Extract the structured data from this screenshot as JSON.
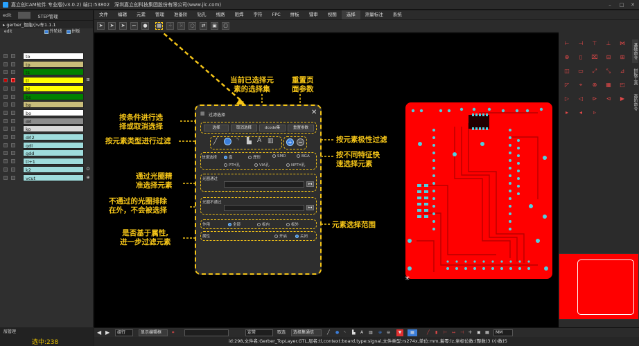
{
  "window": {
    "title": "嘉立创CAM软件 专业版(v3.0.2) 端口:53802",
    "company": "深圳嘉立创科技集团股份有限公司(www.jlc.com)"
  },
  "left_panel": {
    "tabs": [
      "edit",
      "STEP管理"
    ],
    "project": "gerber_智能小v车1.1.1",
    "edit_label": "edit",
    "options": [
      "外轮线",
      "拼板"
    ],
    "layers": [
      {
        "name": "to",
        "color": "#ffffff",
        "mark": ""
      },
      {
        "name": "tp",
        "color": "#c9bd7a",
        "mark": ""
      },
      {
        "name": "ts",
        "color": "#008000",
        "mark": ""
      },
      {
        "name": "tl",
        "color": "#ffff00",
        "mark": "⊞"
      },
      {
        "name": "bl",
        "color": "#ffff00",
        "mark": ""
      },
      {
        "name": "bs",
        "color": "#008000",
        "mark": ""
      },
      {
        "name": "bp",
        "color": "#c9bd7a",
        "mark": ""
      },
      {
        "name": "bo",
        "color": "#ffffff",
        "mark": ""
      },
      {
        "name": "drl",
        "color": "#8c8c8c",
        "mark": ""
      },
      {
        "name": "ko",
        "color": "#d8d8d8",
        "mark": ""
      },
      {
        "name": "drl2",
        "color": "#9fdcdc",
        "mark": ""
      },
      {
        "name": "gdl",
        "color": "#9fdcdc",
        "mark": ""
      },
      {
        "name": "gdd",
        "color": "#9fdcdc",
        "mark": ""
      },
      {
        "name": "tl+1",
        "color": "#9fdcdc",
        "mark": ""
      },
      {
        "name": "k2",
        "color": "#9fdcdc",
        "mark": "O"
      },
      {
        "name": "vcut",
        "color": "#9fdcdc",
        "mark": "⊕"
      }
    ],
    "bottom_label": "层管理",
    "selected_count": "选中:238"
  },
  "menu": [
    "文件",
    "编辑",
    "元素",
    "管理",
    "准备阶",
    "钻孔",
    "线路",
    "阻焊",
    "字符",
    "FPC",
    "拼板",
    "镭审",
    "视图",
    "选择",
    "测量标注",
    "系统"
  ],
  "menu_active": "选择",
  "filter_dialog": {
    "title": "过滤选择",
    "buttons": [
      "选择",
      "取消选择",
      "dcode集",
      "重置参数"
    ],
    "quick_select": {
      "label": "快速选择",
      "options": [
        "盘",
        "焊形",
        "SMD",
        "BGA",
        "PTH孔",
        "VIA孔",
        "NPTH孔"
      ]
    },
    "aperture_pass": "光圈通过",
    "aperture_exclude": "光圈不通过",
    "range": {
      "label": "作用",
      "options": [
        "全部",
        "板内",
        "板外"
      ]
    },
    "attribute": {
      "label": "属性",
      "options": [
        "开启",
        "关闭"
      ]
    }
  },
  "annotations": {
    "select_set": "当前已选择元\n素的选择集",
    "reset_params": "重置页\n面参数",
    "select_by_condition": "按条件进行选\n择或取消选择",
    "filter_by_type": "按元素类型进行过滤",
    "filter_by_polarity": "按元素极性过滤",
    "quick_by_feature": "按不同特征快\n速选择元素",
    "aperture_precise": "通过光圈精\n准选择元素",
    "aperture_exclude": "不通过的光圈排除\n在外，不会被选择",
    "select_range": "元素选择范围",
    "by_attribute": "是否基于属性,\n进一步过滤元素"
  },
  "right_panel": {
    "side_tabs": [
      "基础命令",
      "拼板工具",
      "高阶命令"
    ]
  },
  "bottom_toolbar": {
    "mode": "组行",
    "net_btn": "显示编辑框",
    "standard": "定常",
    "mode2": "取选",
    "batch": "选择集通信",
    "unit": "MM"
  },
  "status": "id:298,文件名:Gerber_TopLayer.GTL,层名:tl,context:board,type:signal,文件类型:rs274x,单位:mm,着零:lz,坐标位数:(整数)3 (小数)5",
  "colors": {
    "accent": "#f5c518",
    "board": "#ff0000",
    "pad": "#4fd0e0"
  }
}
